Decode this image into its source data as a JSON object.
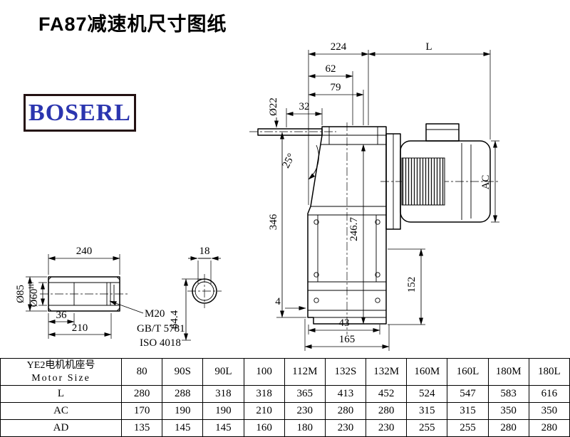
{
  "title": "FA87减速机尺寸图纸",
  "logo": "BOSERL",
  "dims": {
    "d224": "224",
    "dL": "L",
    "d62": "62",
    "d79": "79",
    "d32": "32",
    "d22": "Ø22",
    "d25": "25°",
    "d346": "346",
    "d246": "246.7",
    "dAC": "AC",
    "d152": "152",
    "d4": "4",
    "d43": "43",
    "d165": "165",
    "d240": "240",
    "d85": "Ø85",
    "d60": "Ø60",
    "d60sup": "H7",
    "d36": "36",
    "d210": "210",
    "d18": "18",
    "d644": "64.4",
    "m20": "M20",
    "gbt": "GB/T 5781",
    "iso": "ISO 4018"
  },
  "table": {
    "header_line1": "YE2电机机座号",
    "header_line2": "Motor Size",
    "motor_sizes": [
      "80",
      "90S",
      "90L",
      "100",
      "112M",
      "132S",
      "132M",
      "160M",
      "160L",
      "180M",
      "180L"
    ],
    "rows": [
      {
        "label": "L",
        "values": [
          "280",
          "288",
          "318",
          "318",
          "365",
          "413",
          "452",
          "524",
          "547",
          "583",
          "616"
        ]
      },
      {
        "label": "AC",
        "values": [
          "170",
          "190",
          "190",
          "210",
          "230",
          "280",
          "280",
          "315",
          "315",
          "350",
          "350"
        ]
      },
      {
        "label": "AD",
        "values": [
          "135",
          "145",
          "145",
          "160",
          "180",
          "230",
          "230",
          "255",
          "255",
          "280",
          "280"
        ]
      }
    ]
  }
}
